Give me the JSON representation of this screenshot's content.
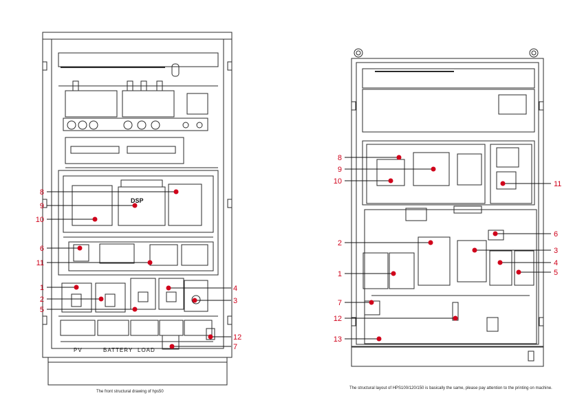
{
  "left_drawing": {
    "caption": "The front structural drawing of hps50",
    "terminal_labels": [
      "PV",
      "BATTERY",
      "LOAD"
    ],
    "dsp_label": "DSP",
    "callouts": [
      "1",
      "2",
      "3",
      "4",
      "5",
      "6",
      "7",
      "8",
      "9",
      "10",
      "11",
      "12"
    ]
  },
  "right_drawing": {
    "caption": "The structural layout of HPS100/120/150 is basically the same, please pay attention to the printing on machine.",
    "callouts": [
      "1",
      "2",
      "3",
      "4",
      "5",
      "6",
      "7",
      "8",
      "9",
      "10",
      "11",
      "12",
      "13"
    ]
  },
  "colors": {
    "line": "#2a2a2a",
    "callout": "#d0021b",
    "label": "#d0021b"
  }
}
